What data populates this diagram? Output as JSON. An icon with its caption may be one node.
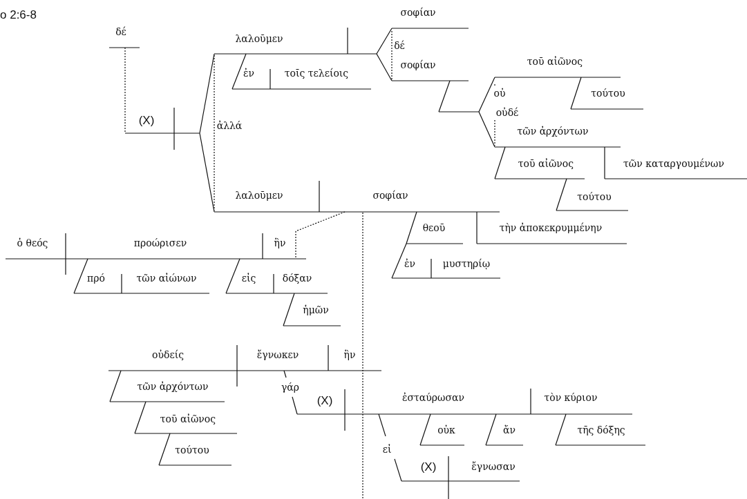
{
  "diagram": {
    "title": "o 2:6-8",
    "labels": [
      "δέ",
      "λαλοῦμεν",
      "σοφίαν",
      "δέ",
      "σοφίαν",
      "ἐν",
      "τοῖς τελείοις",
      "τοῦ αἰῶνος",
      "(X)",
      "ἀλλά",
      "οὐ",
      "τούτου",
      "οὐδέ",
      "τῶν ἀρχόντων",
      "τοῦ αἰῶνος",
      "τῶν καταργουμένων",
      "λαλοῦμεν",
      "σοφίαν",
      "τούτου",
      "ὁ θεός",
      "προώρισεν",
      "ἣν",
      "θεοῦ",
      "τὴν ἀποκεκρυμμένην",
      "πρό",
      "τῶν αἰώνων",
      "εἰς",
      "δόξαν",
      "ἐν",
      "μυστηρίῳ",
      "ἡμῶν",
      "οὐδείς",
      "ἔγνωκεν",
      "ἣν",
      "τῶν ἀρχόντων",
      "γάρ",
      "(X)",
      "ἐσταύρωσαν",
      "τὸν κύριον",
      "τοῦ αἰῶνος",
      "οὐκ",
      "ἄν",
      "τῆς δόξης",
      "τούτου",
      "εἰ",
      "(X)",
      "ἔγνωσαν"
    ]
  }
}
